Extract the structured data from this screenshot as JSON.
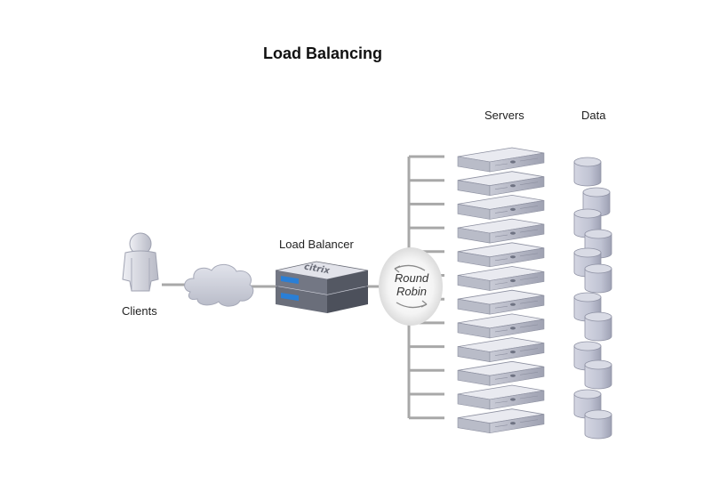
{
  "title": "Load Balancing",
  "labels": {
    "servers": "Servers",
    "data": "Data",
    "clients": "Clients",
    "load_balancer": "Load Balancer",
    "round": "Round",
    "robin": "Robin"
  },
  "brand": "citrix",
  "icons": {
    "client": "person-icon",
    "network": "cloud-icon",
    "load_balancer": "appliance-icon",
    "server": "server-icon",
    "data": "database-icon",
    "round_robin": "cycle-arrows-icon"
  },
  "colors": {
    "server_body": "#b9bcc8",
    "server_top": "#e9eaf0",
    "appliance_dark": "#5a5e6a",
    "led_blue": "#2a7fd6",
    "cylinder": "#c3c6d6",
    "connector": "#a6a6a6"
  }
}
